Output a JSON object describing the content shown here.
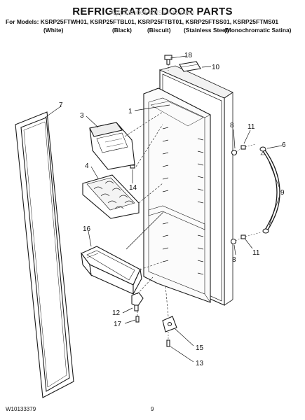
{
  "header": {
    "title": "REFRIGERATOR DOOR PARTS",
    "watermark": "AppliancePartsPros.com",
    "models_line": "For Models: KSRP25FTWH01, KSRP25FTBL01, KSRP25FTBT01, KSRP25FTSS01, KSRP25FTMS01",
    "colors": [
      "(White)",
      "(Black)",
      "(Biscuit)",
      "(Stainless Steel)",
      "(Monochromatic Satina)"
    ]
  },
  "callouts": [
    "1",
    "3",
    "4",
    "6",
    "7",
    "8",
    "8",
    "9",
    "10",
    "11",
    "11",
    "12",
    "13",
    "14",
    "15",
    "16",
    "17",
    "18"
  ],
  "footer": {
    "doc_number": "W10133379",
    "page_number": "9"
  }
}
